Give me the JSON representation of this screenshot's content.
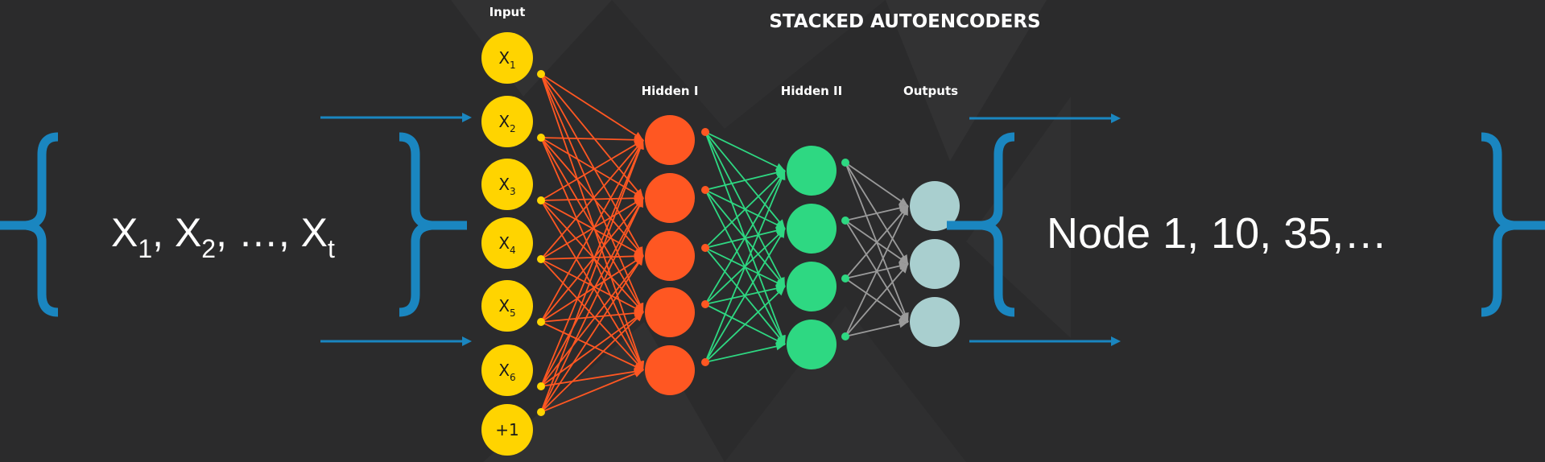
{
  "diagram": {
    "title": "STACKED AUTOENCODERS",
    "layers": [
      {
        "label": "Input",
        "color": "#ffd400",
        "nodes": [
          "X",
          "X",
          "X",
          "X",
          "X",
          "X",
          "+1"
        ],
        "subscripts": [
          "1",
          "2",
          "3",
          "4",
          "5",
          "6",
          ""
        ]
      },
      {
        "label": "Hidden I",
        "color": "#ff5722",
        "nodes": 5
      },
      {
        "label": "Hidden II",
        "color": "#2ed882",
        "nodes": 4
      },
      {
        "label": "Outputs",
        "color": "#a9cfcf",
        "nodes": 3
      }
    ],
    "edge_colors": {
      "input_to_hidden1": "#ff5722",
      "hidden1_to_hidden2": "#2ed882",
      "hidden2_to_outputs": "#9a9a9a"
    },
    "bracket_color": "#1a86c0",
    "left_sequence": {
      "x1": "X",
      "s1": "1",
      "x2": ", X",
      "s2": "2",
      "mid": ", …, X",
      "s3": "t"
    },
    "right_text": "Node 1, 10, 35,…"
  }
}
